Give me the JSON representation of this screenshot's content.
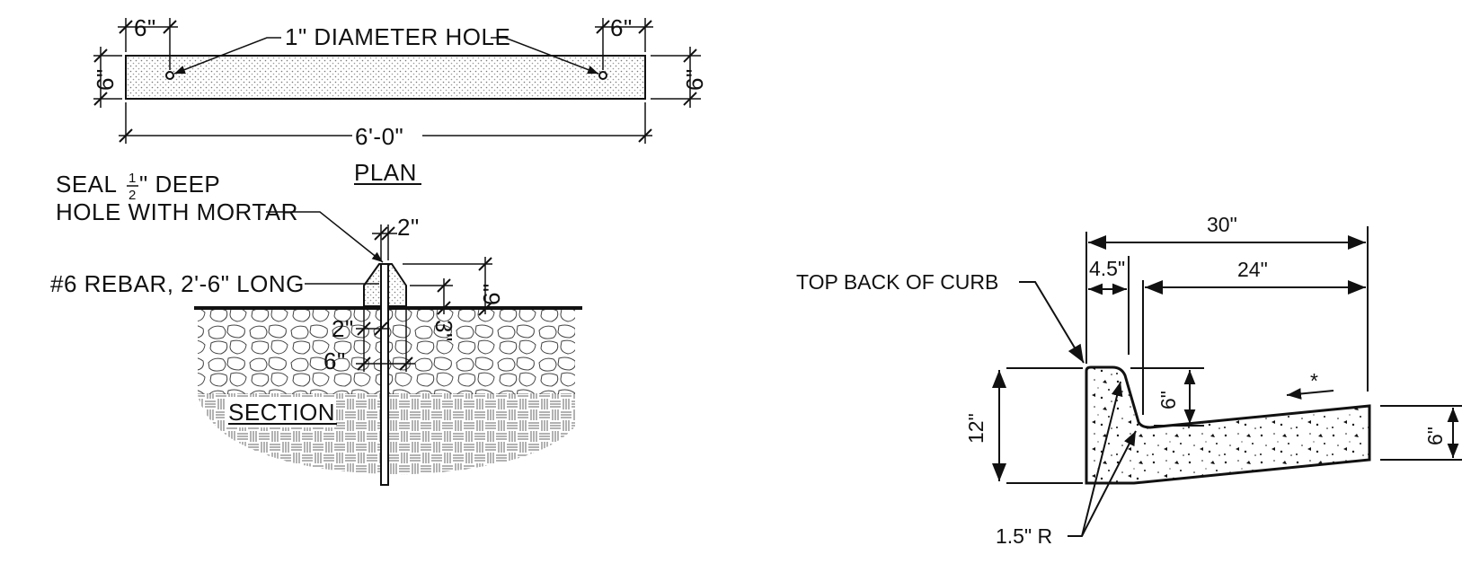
{
  "plan": {
    "dim_left_top": "6\"",
    "dim_right_top": "6\"",
    "hole_label": "1\" DIAMETER HOLE",
    "dim_left_side": "6\"",
    "dim_right_side": "6\"",
    "dim_length": "6'-0\"",
    "title": "PLAN"
  },
  "section": {
    "seal_label_line1_a": "SEAL ",
    "seal_label_frac_num": "1",
    "seal_label_frac_den": "2",
    "seal_label_line1_b": "\" DEEP",
    "seal_label_line2": "HOLE WITH MORTAR",
    "rebar_label": "#6 REBAR, 2'-6\" LONG",
    "dim_top_width": "2\"",
    "dim_height": "6\"",
    "dim_embed": "3\"",
    "dim_offset": "2\"",
    "dim_base_width": "6\"",
    "title": "SECTION"
  },
  "curb": {
    "dim_total": "30\"",
    "dim_back": "4.5\"",
    "dim_gutter": "24\"",
    "top_back_label": "TOP BACK OF CURB",
    "dim_height": "12\"",
    "dim_curb_face": "6\"",
    "dim_lip": "6\"",
    "slope_marker": "*",
    "radius_label": "1.5\" R"
  }
}
